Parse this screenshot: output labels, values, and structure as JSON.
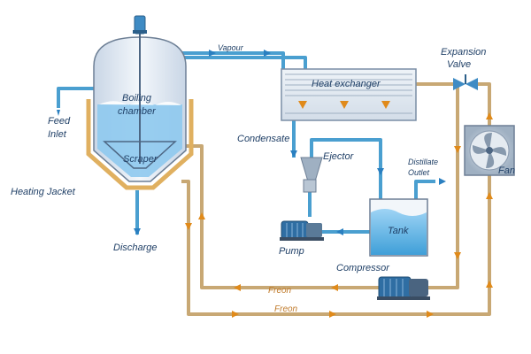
{
  "labels": {
    "vapour": "Vapour",
    "boiling_chamber_1": "Boiling",
    "boiling_chamber_2": "chamber",
    "heat_exchanger": "Heat exchanger",
    "expansion_valve_1": "Expansion",
    "expansion_valve_2": "Valve",
    "feed_inlet_1": "Feed",
    "feed_inlet_2": "Inlet",
    "condensate": "Condensate",
    "ejector": "Ejector",
    "distillate_outlet_1": "Distillate",
    "distillate_outlet_2": "Outlet",
    "fan": "Fan",
    "scraper": "Scraper",
    "heating_jacket": "Heating Jacket",
    "tank": "Tank",
    "pump": "Pump",
    "discharge": "Discharge",
    "compressor": "Compressor",
    "freon_1": "Freon",
    "freon_2": "Freon"
  },
  "icons": [
    "motor-icon",
    "fan-icon",
    "pump-icon",
    "compressor-icon",
    "expansion-valve-icon",
    "ejector-icon"
  ],
  "colors": {
    "water_pipe": "#4a9fd0",
    "freon_pipe": "#c8a874",
    "freon_arrow": "#e08a1a",
    "vessel_fill": "#e8eef6",
    "liquid": "#8ec9ee",
    "jacket": "#e0b060",
    "label_text": "#1f3f66"
  }
}
